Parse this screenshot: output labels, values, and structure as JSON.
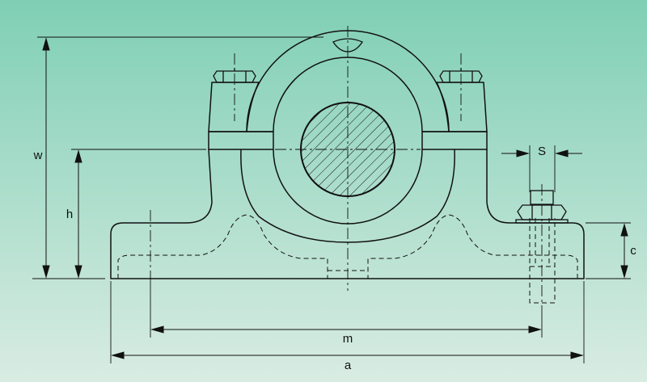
{
  "colors": {
    "background_top": "#7fcfb5",
    "background_bottom": "#d9ece3",
    "line": "#111111",
    "housing_fill": "none"
  },
  "dimensions": {
    "w": "w",
    "h": "h",
    "c": "c",
    "m": "m",
    "a": "a",
    "s": "S"
  }
}
